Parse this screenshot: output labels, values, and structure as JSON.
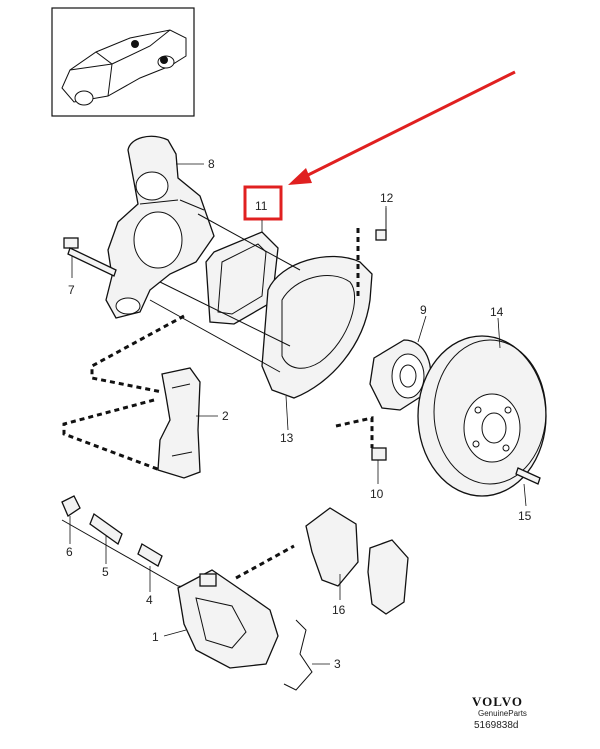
{
  "callouts": {
    "c1": "1",
    "c2": "2",
    "c3": "3",
    "c4": "4",
    "c5": "5",
    "c6": "6",
    "c7": "7",
    "c8": "8",
    "c9": "9",
    "c10": "10",
    "c11": "11",
    "c12": "12",
    "c13": "13",
    "c14": "14",
    "c15": "15",
    "c16": "16"
  },
  "highlight_color": "#e02020",
  "footer": {
    "brand": "VOLVO",
    "sub": "GenuineParts",
    "ref": "5169838d"
  }
}
